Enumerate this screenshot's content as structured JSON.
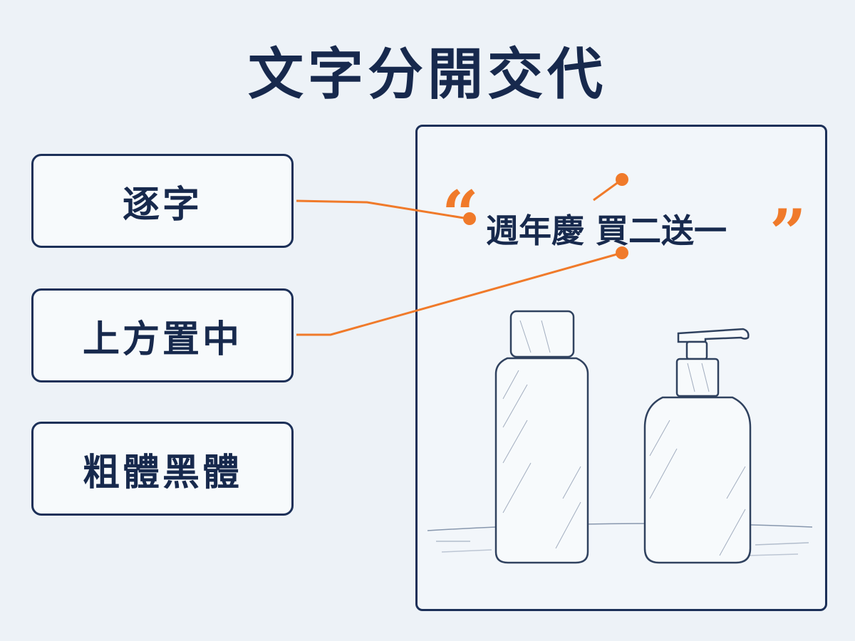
{
  "title": "文字分開交代",
  "labels": [
    {
      "text": "逐字"
    },
    {
      "text": "上方置中"
    },
    {
      "text": "粗體黑體"
    }
  ],
  "headline": {
    "text": "週年慶 買二送一",
    "open_quote": "“",
    "close_quote": "”"
  },
  "colors": {
    "navy": "#17294d",
    "accent": "#f07a2a",
    "background": "#edf2f7"
  },
  "illustration": {
    "items": [
      "bottle-icon",
      "pump-bottle-icon"
    ]
  }
}
